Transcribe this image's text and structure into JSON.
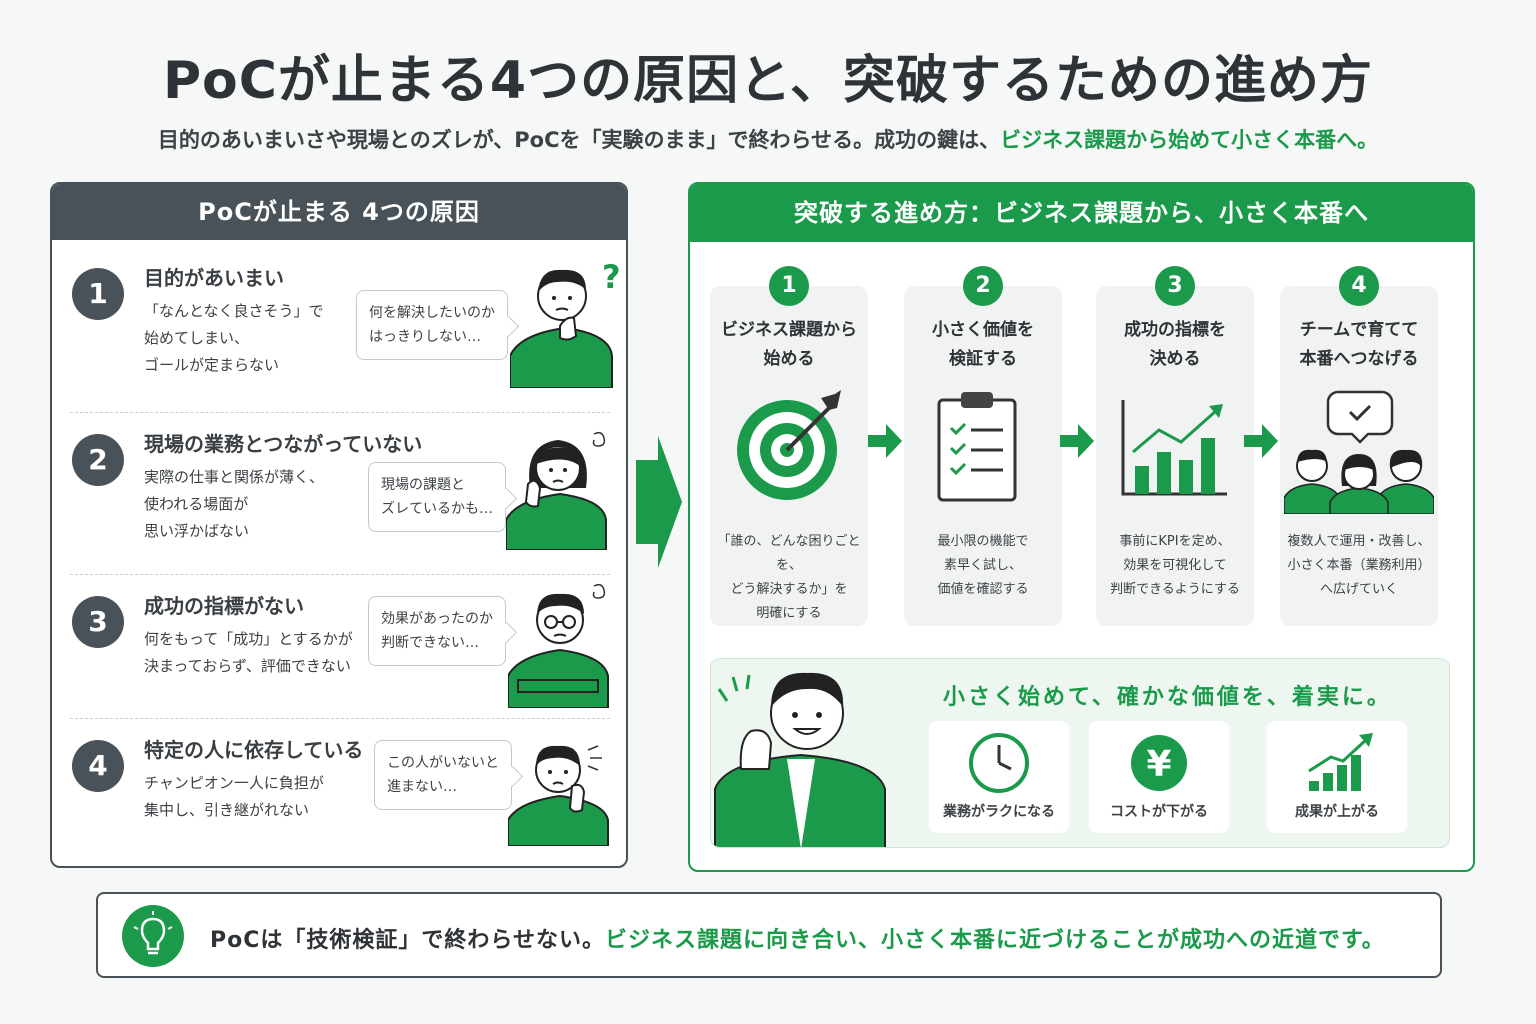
{
  "title": "PoCが止まる4つの原因と、突破するための進め方",
  "subtitle": {
    "main": "目的のあいまいさや現場とのズレが、PoCを「実験のまま」で終わらせる。成功の鍵は、",
    "highlight": "ビジネス課題から始めて小さく本番へ。"
  },
  "left_panel": {
    "header": "PoCが止まる 4つの原因",
    "causes": [
      {
        "num": "1",
        "title": "目的があいまい",
        "desc": "「なんとなく良さそう」で\n始めてしまい、\nゴールが定まらない",
        "bubble": "何を解決したいのか\nはっきりしない…"
      },
      {
        "num": "2",
        "title": "現場の業務とつながっていない",
        "desc": "実際の仕事と関係が薄く、\n使われる場面が\n思い浮かばない",
        "bubble": "現場の課題と\nズレているかも…"
      },
      {
        "num": "3",
        "title": "成功の指標がない",
        "desc": "何をもって「成功」とするかが\n決まっておらず、評価できない",
        "bubble": "効果があったのか\n判断できない…"
      },
      {
        "num": "4",
        "title": "特定の人に依存している",
        "desc": "チャンピオン一人に負担が\n集中し、引き継がれない",
        "bubble": "この人がいないと\n進まない…"
      }
    ]
  },
  "right_panel": {
    "header": "突破する進め方：ビジネス課題から、小さく本番へ",
    "steps": [
      {
        "num": "1",
        "title": "ビジネス課題から\n始める",
        "icon": "target-icon",
        "desc": "「誰の、どんな困りごとを、\nどう解決するか」を\n明確にする"
      },
      {
        "num": "2",
        "title": "小さく価値を\n検証する",
        "icon": "checklist-icon",
        "desc": "最小限の機能で\n素早く試し、\n価値を確認する"
      },
      {
        "num": "3",
        "title": "成功の指標を\n決める",
        "icon": "growth-chart-icon",
        "desc": "事前にKPIを定め、\n効果を可視化して\n判断できるようにする"
      },
      {
        "num": "4",
        "title": "チームで育てて\n本番へつなげる",
        "icon": "team-icon",
        "desc": "複数人で運用・改善し、\n小さく本番（業務利用）\nへ広げていく"
      }
    ],
    "motto": "小さく始めて、確かな価値を、着実に。",
    "benefits": [
      {
        "label": "業務がラクになる",
        "icon": "clock-icon"
      },
      {
        "label": "コストが下がる",
        "icon": "yen-icon"
      },
      {
        "label": "成果が上がる",
        "icon": "rising-chart-icon"
      }
    ]
  },
  "footer": {
    "main": "PoCは「技術検証」で終わらせない。",
    "highlight": "ビジネス課題に向き合い、小さく本番に近づけることが成功への近道です。"
  },
  "colors": {
    "accent": "#1a9a4a",
    "dark": "#4a5259",
    "light_bg": "#f1f3f2"
  }
}
